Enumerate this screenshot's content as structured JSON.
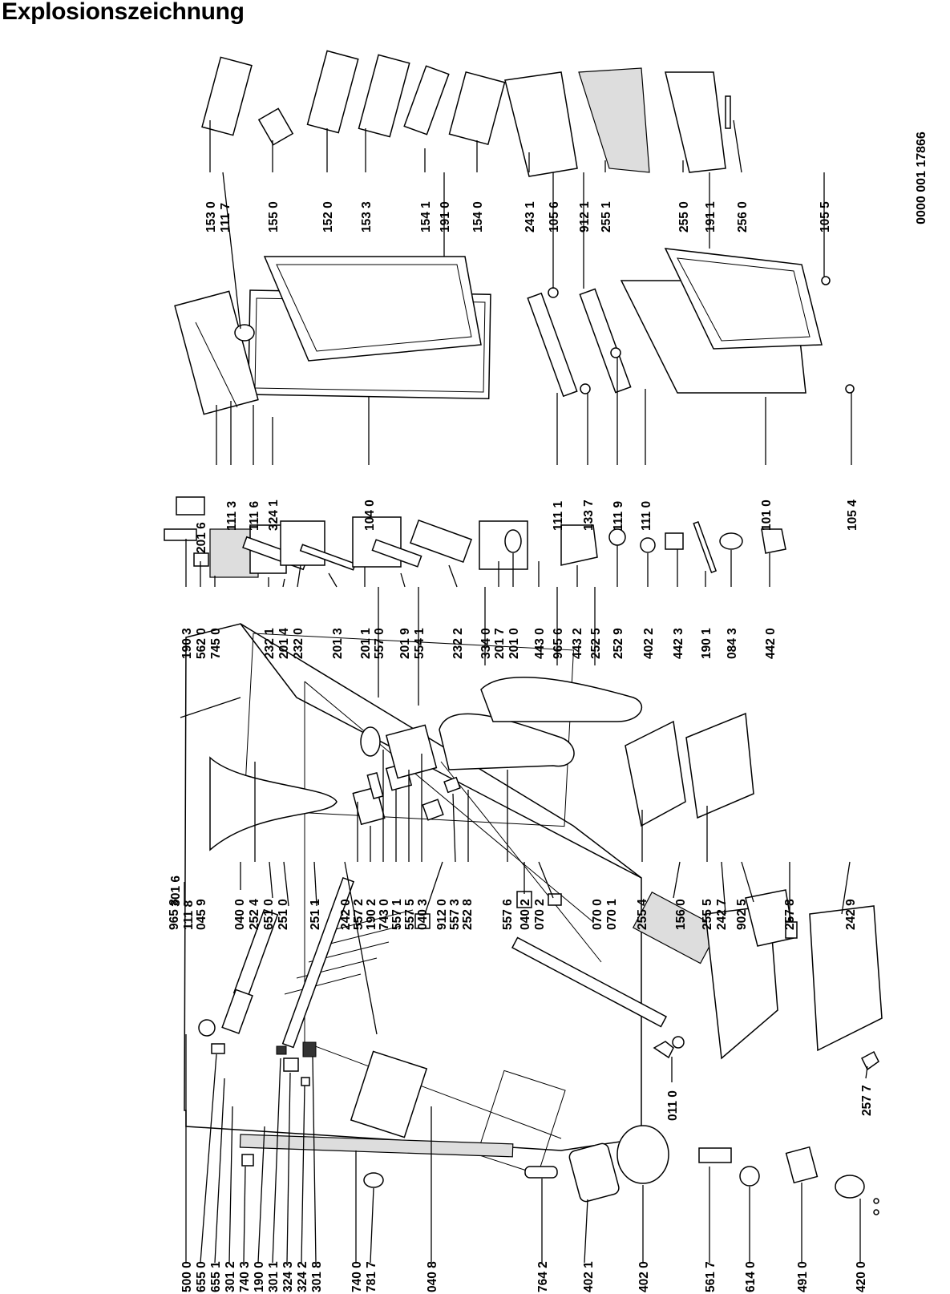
{
  "title": "Explosionszeichnung",
  "document_number": "0000 001 17866",
  "labels": {
    "group_left": [
      "500 0",
      "655 0",
      "655 1",
      "301 2",
      "740 3",
      "190 0",
      "301 1",
      "324 3",
      "324 2",
      "301 8",
      "740 0",
      "781 7",
      "040 8",
      "764 2",
      "402 1",
      "402 0",
      "561 7",
      "614 0",
      "491 0",
      "420 0"
    ],
    "l_011": "011 0",
    "l_257_7": "257 7",
    "l_301_6": "301 6",
    "group_top_mid": [
      "965 8",
      "111 8",
      "045 9",
      "040 0",
      "252 4",
      "651 0",
      "251 0",
      "251 1",
      "242 0",
      "557 2",
      "190 2",
      "743 0",
      "557 1",
      "557 5",
      "040 3",
      "912 0",
      "557 3",
      "252 8",
      "557 6",
      "040 2",
      "070 2",
      "070 0",
      "070 1",
      "255 4",
      "156 0",
      "255 5",
      "242 7",
      "902 5",
      "257 8",
      "242 9"
    ],
    "group_right_mid": [
      "190 3",
      "562 0",
      "745 0",
      "232 1",
      "201 4",
      "232 0",
      "201 3",
      "201 1",
      "557 0",
      "201 9",
      "554 1",
      "232 2",
      "334 0",
      "201 7",
      "201 0",
      "443 0",
      "965 6",
      "443 2",
      "252 5",
      "252 9",
      "402 2",
      "442 3",
      "190 1",
      "084 3",
      "442 0"
    ],
    "group_door": [
      "201 6",
      "111 3",
      "111 6",
      "324 1",
      "104 0",
      "111 1",
      "133 7",
      "111 9",
      "111 0",
      "101 0",
      "105 4"
    ],
    "group_top_right": [
      "153 0",
      "111 7",
      "155 0",
      "152 0",
      "153 3",
      "154 1",
      "191 0",
      "154 0",
      "243 1",
      "105 6",
      "912 1",
      "255 1",
      "255 0",
      "191 1",
      "256 0",
      "105 5"
    ]
  }
}
